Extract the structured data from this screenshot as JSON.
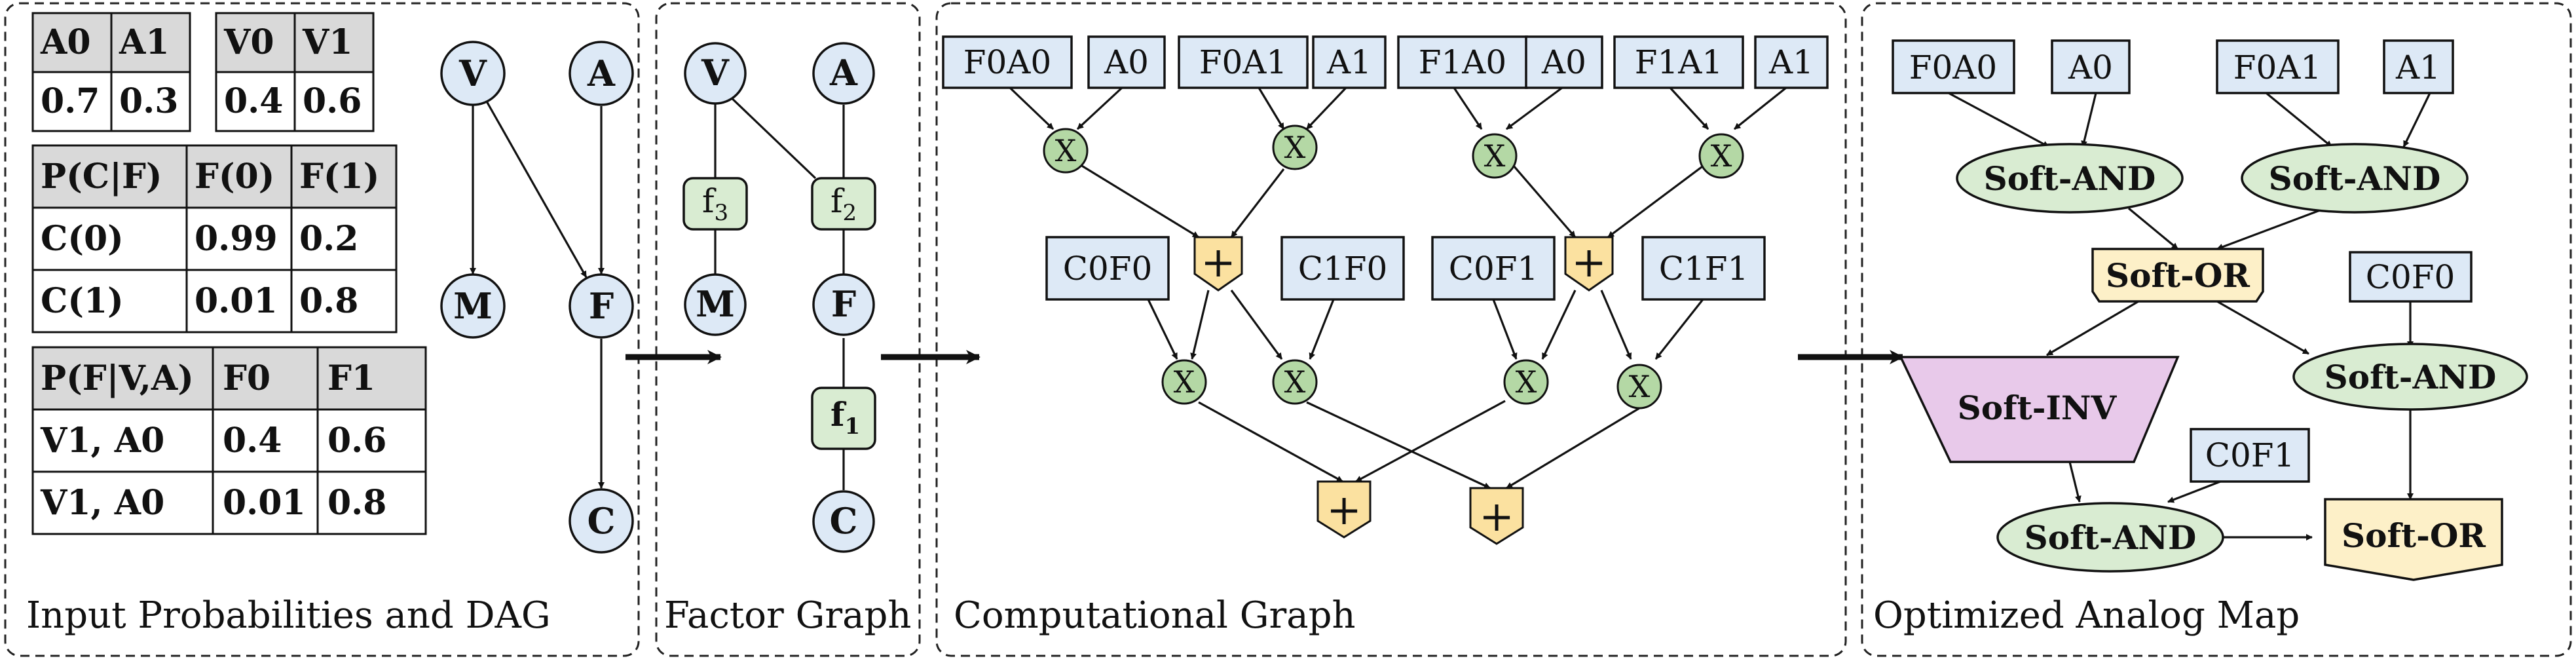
{
  "panels": {
    "input": "Input Probabilities and DAG",
    "factor": "Factor Graph",
    "comp": "Computational Graph",
    "analog": "Optimized Analog Map"
  },
  "tables": {
    "a": {
      "headers": [
        "A0",
        "A1"
      ],
      "values": [
        "0.7",
        "0.3"
      ]
    },
    "v": {
      "headers": [
        "V0",
        "V1"
      ],
      "values": [
        "0.4",
        "0.6"
      ]
    },
    "cf": {
      "headers": [
        "P(C|F)",
        "F(0)",
        "F(1)"
      ],
      "rows": [
        [
          "C(0)",
          "0.99",
          "0.2"
        ],
        [
          "C(1)",
          "0.01",
          "0.8"
        ]
      ]
    },
    "fva": {
      "headers": [
        "P(F|V,A)",
        "F0",
        "F1"
      ],
      "rows": [
        [
          "V1, A0",
          "0.4",
          "0.6"
        ],
        [
          "V1, A0",
          "0.01",
          "0.8"
        ]
      ]
    }
  },
  "dag": {
    "v": "V",
    "a": "A",
    "m": "M",
    "f": "F",
    "c": "C"
  },
  "factor_graph": {
    "v": "V",
    "a": "A",
    "m": "M",
    "f": "F",
    "c": "C",
    "f3": "f",
    "f3_sub": "3",
    "f2": "f",
    "f2_sub": "2",
    "f1": "f",
    "f1_sub": "1"
  },
  "comp": {
    "inputs": [
      "F0A0",
      "A0",
      "F0A1",
      "A1",
      "F1A0",
      "A0",
      "F1A1",
      "A1"
    ],
    "mult": "X",
    "plus": "+",
    "mids": [
      "C0F0",
      "C1F0",
      "C0F1",
      "C1F1"
    ]
  },
  "analog": {
    "inputs": [
      "F0A0",
      "A0",
      "F0A1",
      "A1"
    ],
    "and": "Soft-AND",
    "or": "Soft-OR",
    "inv": "Soft-INV",
    "c0f0": "C0F0",
    "c0f1": "C0F1"
  }
}
